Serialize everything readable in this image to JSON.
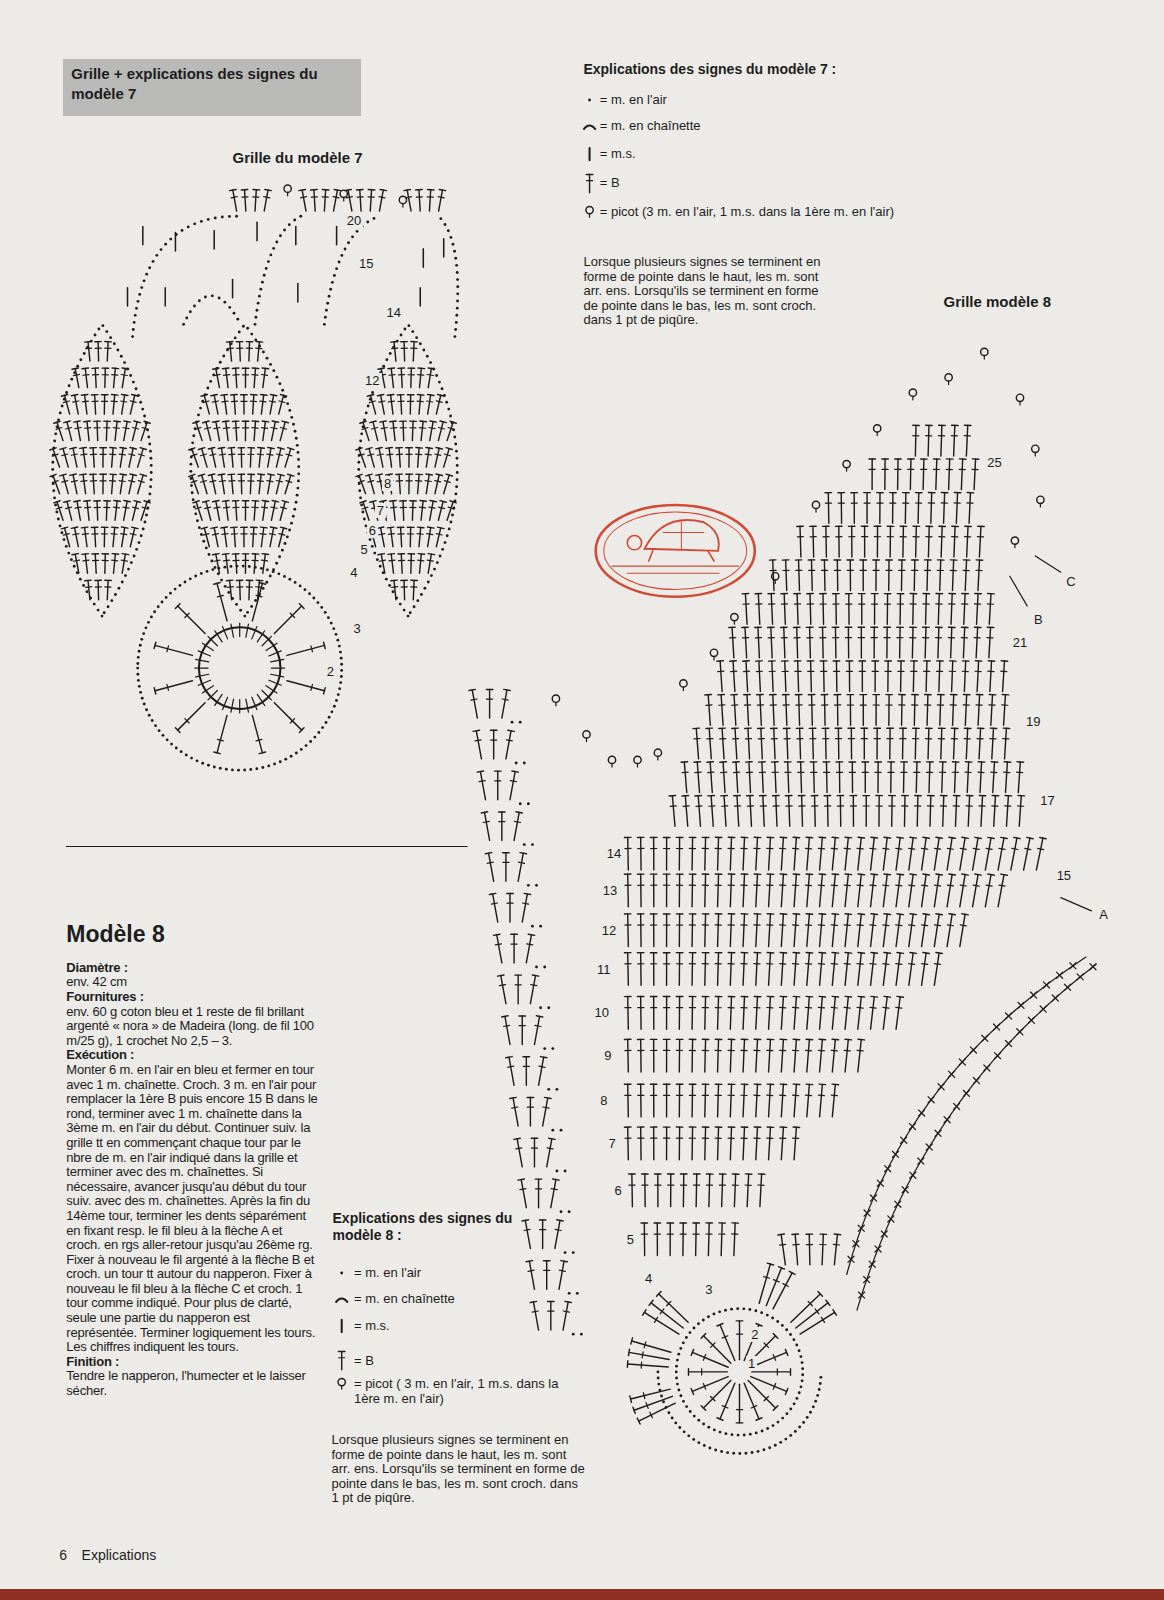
{
  "diagram": {
    "nodes": [
      {
        "text": [
          "Grille + explications des signes du modèle 7"
        ]
      }
    ],
    "labels": [
      "Grille du modèle 7",
      "Explications des signes du modèle 7 :",
      "= m. en l'air",
      "= m. en chaînette",
      "= m.s.",
      "= B",
      "= picot (3 m. en l'air, 1 m.s. dans la 1ère m. en l'air)",
      "Lorsque plusieurs signes se terminent en forme de pointe dans le haut, les m. sont arr. ens. Lorsqu'ils se terminent en forme de pointe dans le bas, les m. sont croch. dans 1 pt de piqûre.",
      "Grille modèle 8",
      "20",
      "15",
      "14",
      "12",
      "8",
      "7",
      "6",
      "5",
      "4",
      "3",
      "2",
      "Modèle 8",
      "Diamètre :",
      "env. 42 cm",
      "Fournitures :",
      "env. 60 g coton bleu et 1 reste de fil brillant argenté « nora » de Madeira (long. de fil 100 m/25 g), 1 crochet No 2,5 – 3.",
      "Exécution :",
      "Monter 6 m. en l'air en bleu et fermer en tour avec 1 m. chaînette. Croch. 3 m. en l'air pour remplacer la 1ère B puis encore 15 B dans le rond, terminer avec 1 m. chaînette dans la 3ème m. en l'air du début. Continuer suiv. la grille tt en commençant chaque tour par le nbre de m. en l'air indiqué dans la grille et terminer avec des m. chaînettes. Si nécessaire, avancer jusqu'au début du tour suiv. avec des m. chaînettes. Après la fin du 14ème tour, terminer les dents séparément en fixant resp. le fil bleu à la flèche A et croch. en rgs aller-retour jusqu'au 26ème rg. Fixer à nouveau le fil argenté à la flèche B et croch. un tour tt autour du napperon. Fixer à nouveau le fil bleu à la flèche C et croch. 1 tour comme indiqué. Pour plus de clarté, seule une partie du napperon est représentée. Terminer logiquement les tours. Les chiffres indiquent les tours.",
      "Finition :",
      "Tendre le napperon, l'humecter et le laisser sécher.",
      "Explications des signes du modèle 8 :",
      "= m. en l'air",
      "= m. en chaînette",
      "= m.s.",
      "= B",
      "= picot ( 3 m. en l'air, 1 m.s. dans la 1ère m. en l'air)",
      "Lorsque plusieurs signes se terminent en forme de pointe dans le haut, les m. sont arr. ens. Lorsqu'ils se terminent en forme de pointe dans le bas, les m. sont croch. dans 1 pt de piqûre.",
      "25",
      "21",
      "19",
      "17",
      "15",
      "14",
      "13",
      "12",
      "11",
      "10",
      "9",
      "8",
      "7",
      "6",
      "5",
      "4",
      "3",
      "2",
      "1",
      "A",
      "B",
      "C",
      "6",
      "Explications"
    ]
  }
}
